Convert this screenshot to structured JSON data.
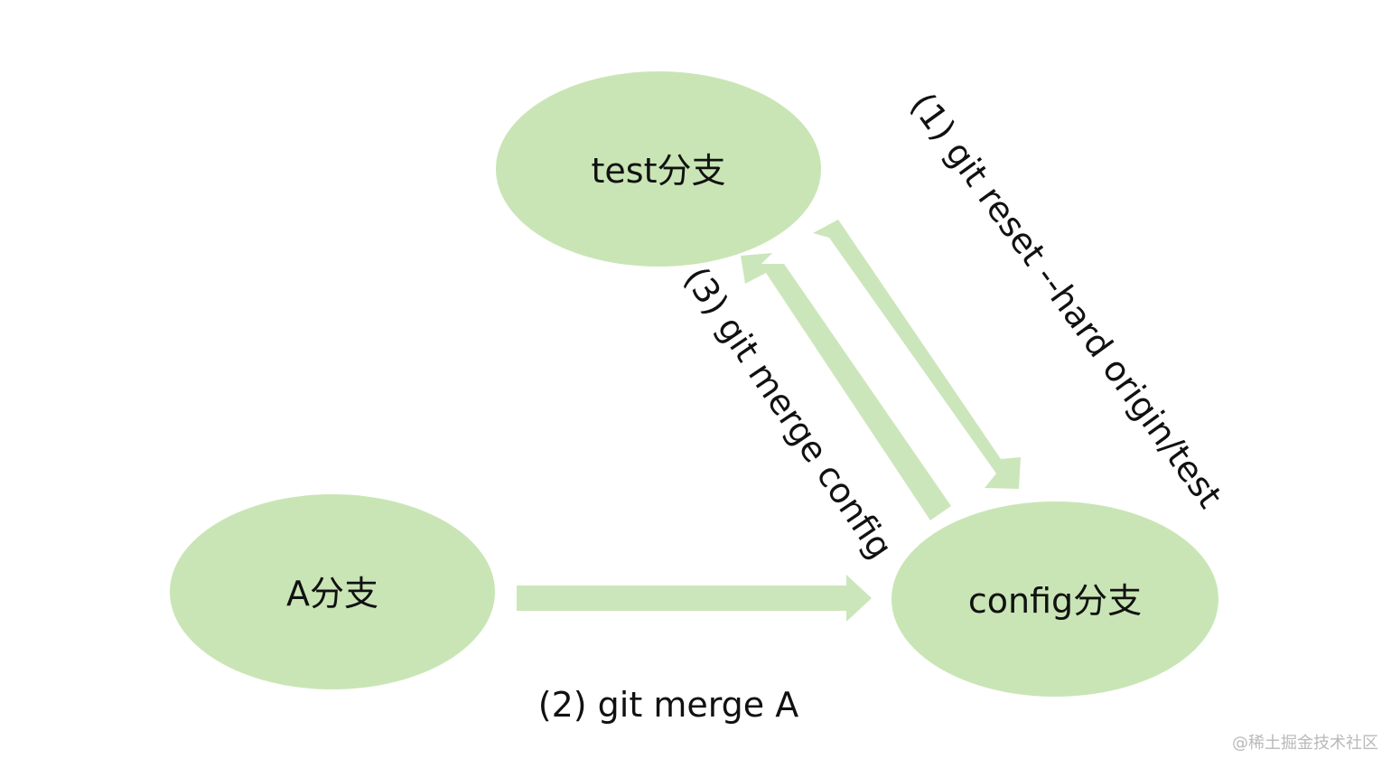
{
  "diagram": {
    "nodes": {
      "test": {
        "label": "test分支"
      },
      "a": {
        "label": "A分支"
      },
      "config": {
        "label": "config分支"
      }
    },
    "edges": {
      "reset": {
        "label": "(1) git reset --hard origin/test"
      },
      "merge_a": {
        "label": "(2) git merge A"
      },
      "merge_config": {
        "label": "(3) git merge config"
      }
    },
    "colors": {
      "node_fill": "#c9e5b5",
      "arrow_fill": "#cce6bb",
      "text": "#111111"
    }
  },
  "watermark": {
    "text": "@稀土掘金技术社区"
  }
}
